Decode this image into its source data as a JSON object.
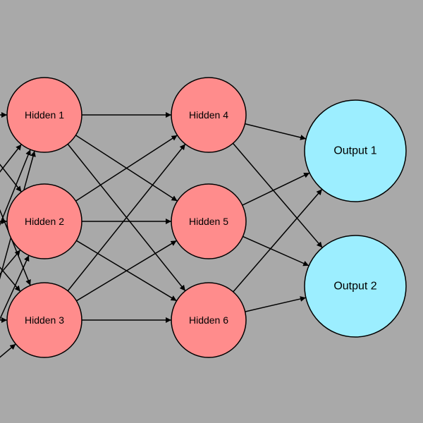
{
  "colors": {
    "background": "#a9a9a9",
    "hidden_fill": "#ff8c8c",
    "output_fill": "#9ceeff",
    "stroke": "#000000"
  },
  "layers": {
    "hidden_a": [
      "Hidden 1",
      "Hidden 2",
      "Hidden 3"
    ],
    "hidden_b": [
      "Hidden 4",
      "Hidden 5",
      "Hidden 6"
    ],
    "output": [
      "Output 1",
      "Output 2"
    ]
  },
  "edges": [
    [
      "Hidden 1",
      "Hidden 4"
    ],
    [
      "Hidden 1",
      "Hidden 5"
    ],
    [
      "Hidden 1",
      "Hidden 6"
    ],
    [
      "Hidden 2",
      "Hidden 4"
    ],
    [
      "Hidden 2",
      "Hidden 5"
    ],
    [
      "Hidden 2",
      "Hidden 6"
    ],
    [
      "Hidden 3",
      "Hidden 4"
    ],
    [
      "Hidden 3",
      "Hidden 5"
    ],
    [
      "Hidden 3",
      "Hidden 6"
    ],
    [
      "Hidden 4",
      "Output 1"
    ],
    [
      "Hidden 4",
      "Output 2"
    ],
    [
      "Hidden 5",
      "Output 1"
    ],
    [
      "Hidden 5",
      "Output 2"
    ],
    [
      "Hidden 6",
      "Output 1"
    ],
    [
      "Hidden 6",
      "Output 2"
    ]
  ]
}
